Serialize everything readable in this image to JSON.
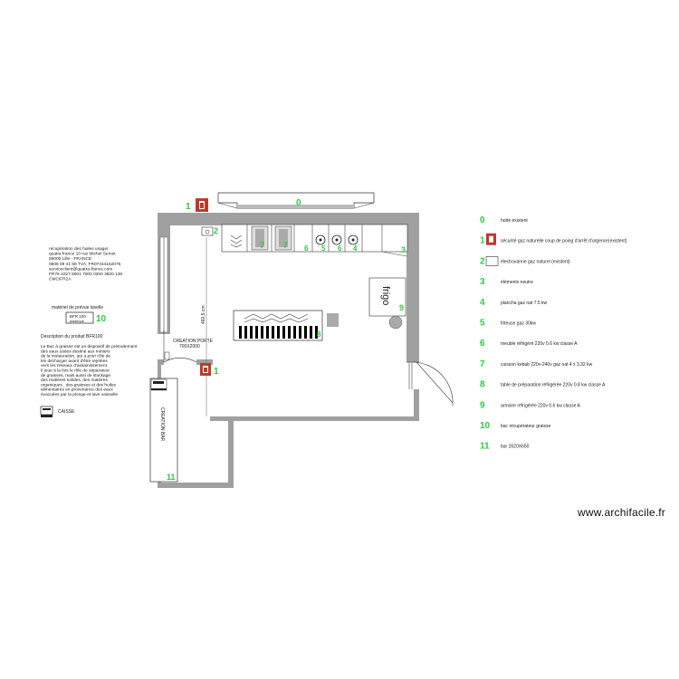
{
  "supplier_block": {
    "lines": [
      "récupération des huiles usager",
      "quatra france 10 rue Michel Servet",
      "59000 Lille - FRANCE",
      "0805 09 41 69 TVA: FR07444162075",
      "serviceclient@quatra-france.com",
      "FR76 1027 8001 7000 0200 3820 136",
      "CMCIFR2A"
    ]
  },
  "grease_trap": {
    "heading": "matériel de prévue lavelle",
    "box_line1": "BFR 100",
    "box_line2": "plastique",
    "number": "10",
    "description_title": "Description du produit BFR100",
    "description_lines": [
      "Le Bac à graisse est un dispositif de prétraitement",
      "des eaux usées destiné aux métiers",
      "de la restauration, qui a pour rôle de",
      "les décharger avant d'être rejetées",
      "vers les réseaux d'assainissement.",
      "Il joue à la fois le rôle de séparateur",
      "de graisses, mais aussi de stockage",
      "des matières solides, des matières",
      "organiques , des graisses et des huiles",
      "alimentaires en provenance des eaux",
      "évacuées par la plonge-et lave vaisselle"
    ]
  },
  "register": {
    "label": "CAISSE"
  },
  "plan": {
    "door_label_line1": "CREATION PORTE",
    "door_label_line2": "700X2000",
    "dimension_label": "460,5 cm",
    "bar_label": "CREATION BAR",
    "fridge_label": "frigo",
    "markers": {
      "hood": "0",
      "gas_safety_top": "1",
      "gas_safety_bottom": "1",
      "valve": "2",
      "neutral": "3",
      "plancha": "4",
      "fryer": "5",
      "fridge_cabinet": "6",
      "kebab_a": "7",
      "kebab_b": "7",
      "prep_table": "8",
      "fridge": "9",
      "bar": "11",
      "burner_a": "6",
      "burner_b": "5",
      "burner_c": "6",
      "burner_d": "4"
    }
  },
  "legend": [
    {
      "num": "0",
      "text": "hotte existent",
      "icon": "none"
    },
    {
      "num": "1",
      "text": "sécurité gaz naturelle coup de poing d'arrêt d'urgence(existent)",
      "icon": "fire-extinguisher-icon"
    },
    {
      "num": "2",
      "text": "électrovanne gaz naturel (existent)",
      "icon": "gas-valve-icon"
    },
    {
      "num": "3",
      "text": "éléments neutre",
      "icon": "none"
    },
    {
      "num": "4",
      "text": "plancha gaz nat 7.5 kw",
      "icon": "none"
    },
    {
      "num": "5",
      "text": "friteuse gaz 30kw",
      "icon": "none"
    },
    {
      "num": "6",
      "text": "meuble réfrigéré 220v 0.6 kw classe A",
      "icon": "none"
    },
    {
      "num": "7",
      "text": "cuisson kebab 220v-240v gaz nat 4 x 3.32 kw",
      "icon": "none"
    },
    {
      "num": "8",
      "text": "table de préparation réfrigérée 220v 0.8 kw classe A",
      "icon": "none"
    },
    {
      "num": "9",
      "text": "armoire réfrigérée 220v  0.6 kw classe A",
      "icon": "none"
    },
    {
      "num": "10",
      "text": "bac récupérateur graisse",
      "icon": "none"
    },
    {
      "num": "11",
      "text": "bar 2620X650",
      "icon": "none"
    }
  ],
  "watermark": "www.archifacile.fr",
  "colors": {
    "wall": "#a0a0a0",
    "marker": "#2ecc40",
    "extinguisher": "#c0392b"
  }
}
